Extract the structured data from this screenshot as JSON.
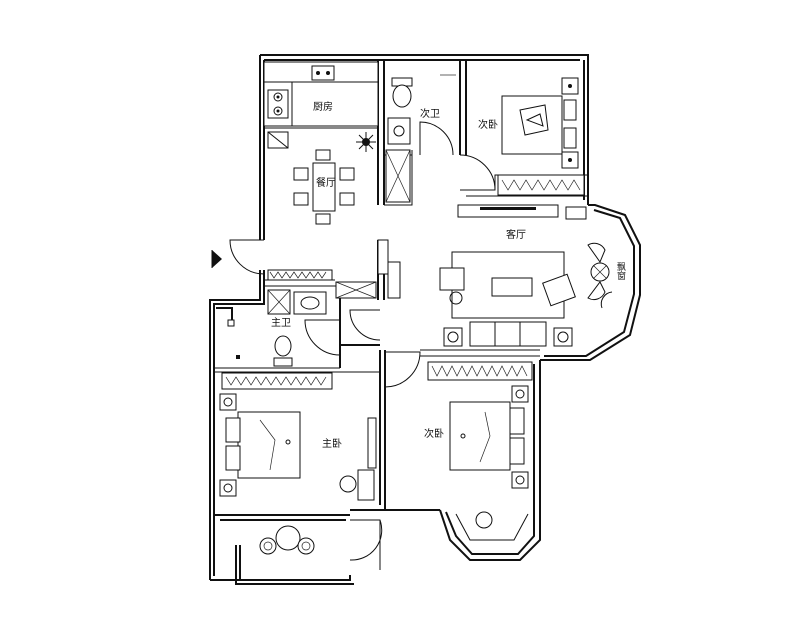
{
  "rooms": {
    "kitchen": "厨房",
    "dining": "餐厅",
    "guest_bath": "次卫",
    "second_bedroom_top": "次卧",
    "living": "客厅",
    "bay": "飘窗",
    "master_bath": "主卫",
    "master_bedroom": "主卧",
    "second_bedroom_bottom": "次卧"
  },
  "icons": [
    "wardrobe",
    "bed",
    "nightstand",
    "sofa",
    "armchair",
    "tv-cabinet",
    "toilet",
    "washbasin",
    "stove",
    "dining-table",
    "round-table",
    "plant",
    "entry-arrow"
  ]
}
